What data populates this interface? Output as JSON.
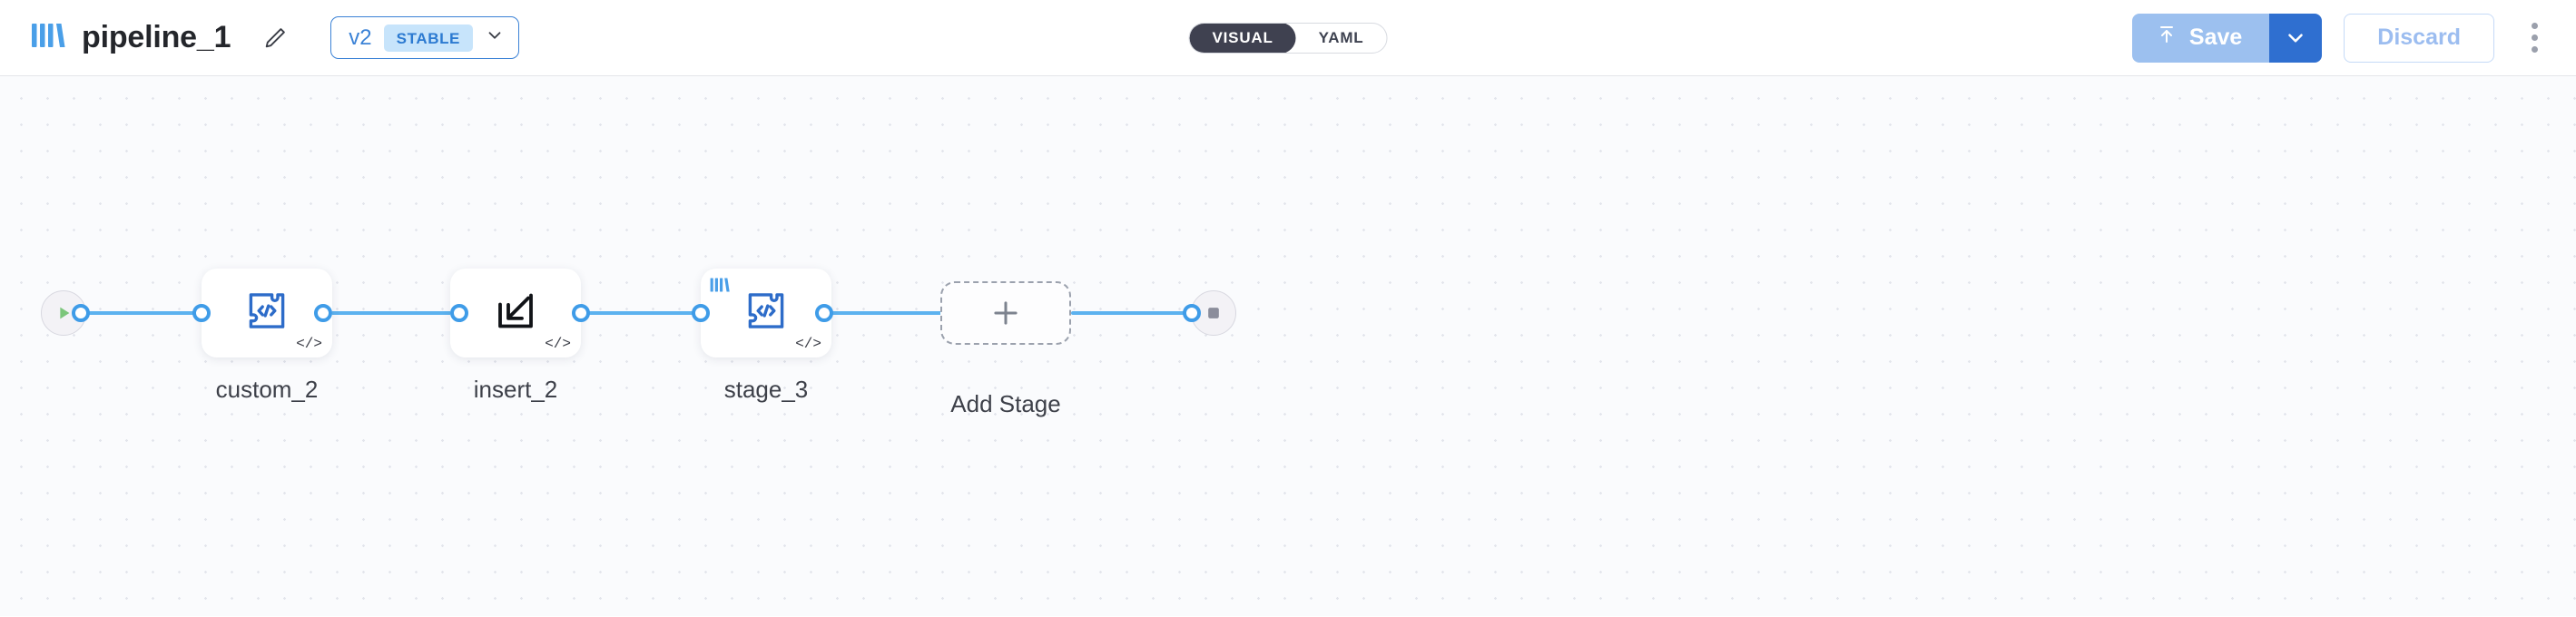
{
  "header": {
    "logo_icon": "pipeline-bars-logo",
    "title": "pipeline_1",
    "edit_icon": "pencil-icon",
    "version": {
      "label": "v2",
      "badge": "STABLE",
      "chevron_icon": "chevron-down-icon"
    },
    "view_toggle": {
      "options": [
        {
          "label": "VISUAL",
          "active": true
        },
        {
          "label": "YAML",
          "active": false
        }
      ]
    },
    "actions": {
      "save_label": "Save",
      "save_icon": "upload-arrow-icon",
      "save_caret_icon": "chevron-down-icon",
      "discard_label": "Discard",
      "overflow_icon": "kebab-menu-icon"
    }
  },
  "canvas": {
    "start_node": {
      "name": "start",
      "icon": "play-icon"
    },
    "end_node": {
      "name": "end",
      "icon": "stop-square-icon"
    },
    "stages": [
      {
        "label": "custom_2",
        "icon": "puzzle-code-icon",
        "badge": "</>",
        "has_logo": false
      },
      {
        "label": "insert_2",
        "icon": "insert-arrow-box-icon",
        "badge": "</>",
        "has_logo": false
      },
      {
        "label": "stage_3",
        "icon": "puzzle-code-icon",
        "badge": "</>",
        "has_logo": true
      }
    ],
    "add_stage": {
      "label": "Add Stage",
      "icon": "plus-icon"
    }
  },
  "colors": {
    "edge": "#5cb2ef",
    "port_ring": "#3f9ce8",
    "accent_blue": "#3b82d6",
    "save_blue": "#9cc0ef",
    "save_caret_blue": "#2f6fd0",
    "toggle_active_bg": "#3f4150",
    "canvas_bg": "#fafbfd",
    "start_play_green": "#7bc67b"
  }
}
